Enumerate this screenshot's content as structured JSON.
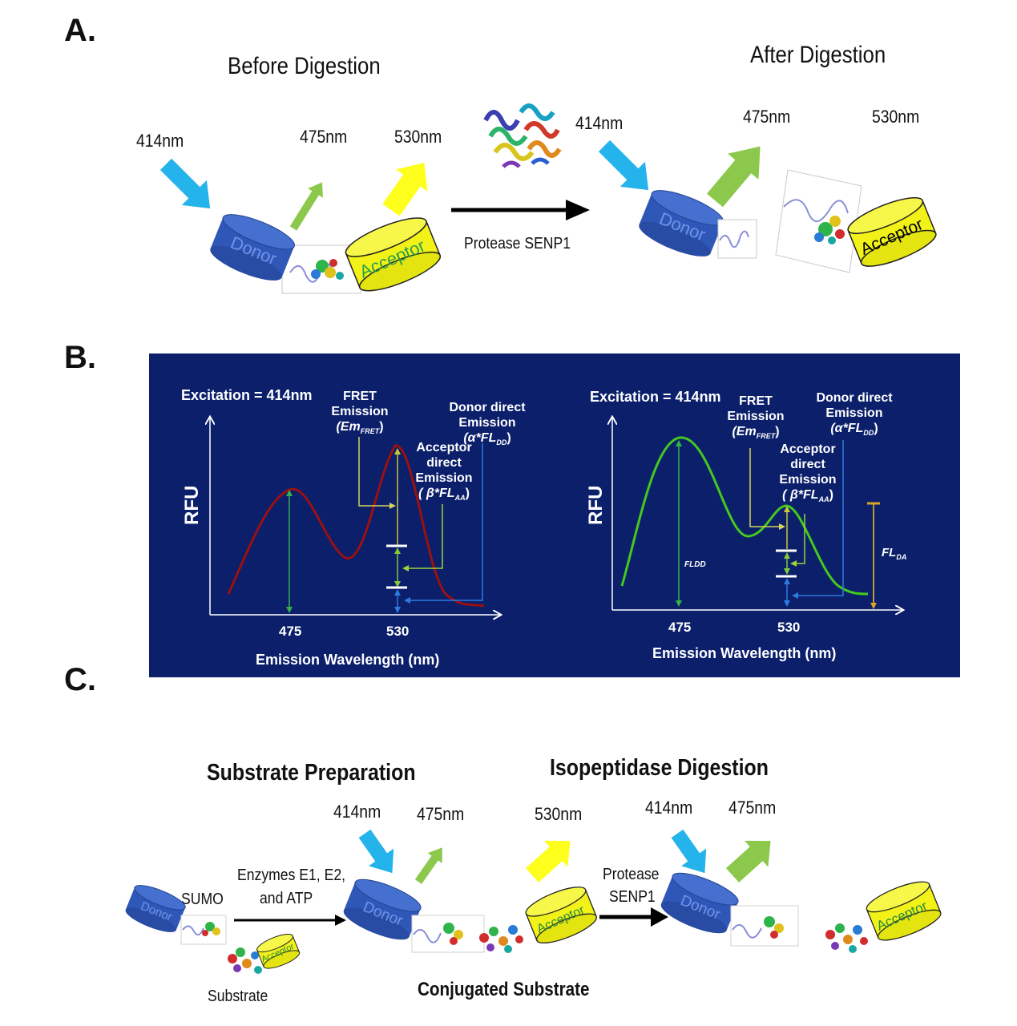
{
  "panelA": {
    "letter": "A.",
    "before_title": "Before Digestion",
    "after_title": "After Digestion",
    "before": {
      "ex": "414nm",
      "em_donor": "475nm",
      "em_acceptor": "530nm"
    },
    "after": {
      "ex": "414nm",
      "em_donor": "475nm",
      "em_acceptor": "530nm"
    },
    "protease_label": "Protease SENP1",
    "donor": "Donor",
    "acceptor": "Acceptor"
  },
  "panelB": {
    "letter": "B.",
    "left": {
      "excitation": "Excitation = 414nm",
      "y_label": "RFU",
      "x_label": "Emission Wavelength (nm)",
      "ticks": [
        "475",
        "530"
      ],
      "fret_label": [
        "FRET",
        "Emission",
        "(Em",
        "FRET",
        ")"
      ],
      "donor_direct": [
        "Donor direct",
        "Emission",
        "(α*FL",
        "DD",
        ")"
      ],
      "acceptor_direct": [
        "Acceptor",
        "direct",
        "Emission",
        "( β*FL",
        "AA",
        ")"
      ]
    },
    "right": {
      "excitation": "Excitation = 414nm",
      "y_label": "RFU",
      "x_label": "Emission Wavelength (nm)",
      "ticks": [
        "475",
        "530"
      ],
      "fret_label": [
        "FRET",
        "Emission",
        "(Em",
        "FRET",
        ")"
      ],
      "donor_direct": [
        "Donor direct",
        "Emission",
        "(α*FL",
        "DD",
        ")"
      ],
      "acceptor_direct": [
        "Acceptor",
        "direct",
        "Emission",
        "( β*FL",
        "AA",
        ")"
      ],
      "fldd": "FLDD",
      "flda": "FL",
      "flda_sub": "DA"
    },
    "colors": {
      "background": "#0b1f6b",
      "left_curve": "#9b1010",
      "right_curve": "#44c91e"
    }
  },
  "panelC": {
    "letter": "C.",
    "substrate_prep": "Substrate Preparation",
    "isopeptidase": "Isopeptidase Digestion",
    "sumo": "SUMO",
    "substrate": "Substrate",
    "enzymes": [
      "Enzymes E1, E2,",
      "and ATP"
    ],
    "conjugated": "Conjugated Substrate",
    "protease": [
      "Protease",
      "SENP1"
    ],
    "mid": {
      "ex": "414nm",
      "em_donor": "475nm",
      "em_acceptor": "530nm"
    },
    "right": {
      "ex": "414nm",
      "em_donor": "475nm"
    },
    "donor": "Donor",
    "acceptor": "Acceptor"
  },
  "colors": {
    "donor_blue": "#2f57b8",
    "acceptor_yellow": "#f2f218",
    "excite_arrow": "#24b3ea",
    "donor_em_arrow": "#8cc84b",
    "acceptor_em_arrow": "#ffff1e"
  }
}
